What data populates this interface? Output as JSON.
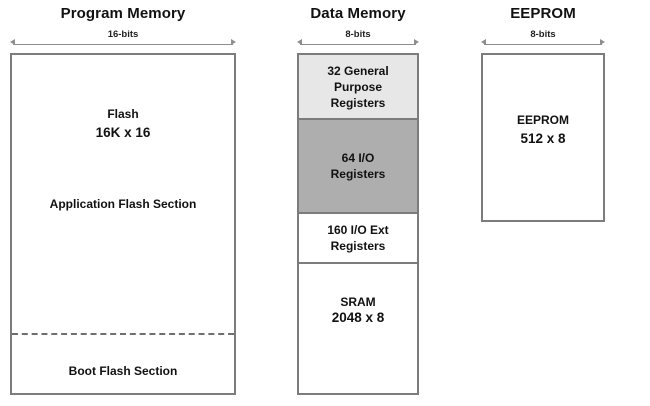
{
  "diagram": {
    "title_program": "Program Memory",
    "title_data": "Data Memory",
    "title_eeprom": "EEPROM"
  },
  "dimensions": {
    "program_width": "16-bits",
    "data_width": "8-bits",
    "eeprom_width": "8-bits"
  },
  "program_memory": {
    "flash_label": "Flash",
    "flash_size": "16K x 16",
    "application_section": "Application Flash Section",
    "boot_section": "Boot Flash Section"
  },
  "data_memory": {
    "segments": [
      {
        "line1": "32 General",
        "line2": "Purpose",
        "line3": "Registers",
        "fill": "#e7e7e7"
      },
      {
        "line1": "64 I/O",
        "line2": "Registers",
        "line3": "",
        "fill": "#aeaeae"
      },
      {
        "line1": "160 I/O Ext",
        "line2": "Registers",
        "line3": "",
        "fill": "#ffffff"
      },
      {
        "line1": "SRAM",
        "line2": "2048 x 8",
        "line3": "",
        "fill": "#ffffff"
      }
    ]
  },
  "eeprom_memory": {
    "label": "EEPROM",
    "size": "512 x 8"
  },
  "colors": {
    "border": "#7c7c7c",
    "light_fill": "#e7e7e7",
    "dark_fill": "#aeaeae",
    "arrow": "#8d8d8d",
    "text": "#111111"
  }
}
